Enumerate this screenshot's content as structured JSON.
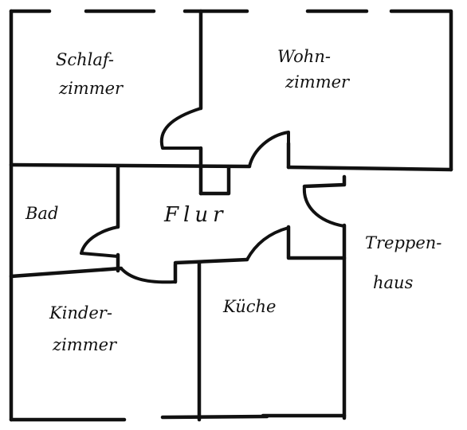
{
  "plan": {
    "rooms": [
      {
        "id": "schlafzimmer",
        "lines": [
          "Schlaf-",
          "zimmer"
        ]
      },
      {
        "id": "wohnzimmer",
        "lines": [
          "Wohn-",
          "zimmer"
        ]
      },
      {
        "id": "bad",
        "lines": [
          "Bad"
        ]
      },
      {
        "id": "flur",
        "lines": [
          "Flur"
        ]
      },
      {
        "id": "kinderzimmer",
        "lines": [
          "Kinder-",
          "zimmer"
        ]
      },
      {
        "id": "kueche",
        "lines": [
          "Küche"
        ]
      }
    ],
    "outside": {
      "id": "treppenhaus",
      "lines": [
        "Treppen-",
        "haus"
      ]
    }
  }
}
